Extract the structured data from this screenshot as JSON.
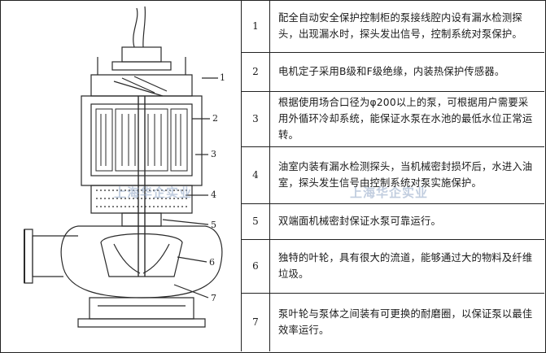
{
  "figure": {
    "callouts": [
      "1",
      "2",
      "3",
      "4",
      "5",
      "6",
      "7"
    ]
  },
  "watermarks": [
    "上海华企实业",
    "上海华企实业"
  ],
  "rows": [
    {
      "num": "1",
      "text": "配全自动安全保护控制柜的泵接线腔内设有漏水检测探头，出现漏水时，探头发出信号，控制系统对泵保护。"
    },
    {
      "num": "2",
      "text": "电机定子采用B级和F级绝缘，内装热保护传感器。"
    },
    {
      "num": "3",
      "text": "根据使用场合口径为φ200以上的泵，可根据用户需要采用外循环冷却系统，能保证水泵在水池的最低水位正常运转。"
    },
    {
      "num": "4",
      "text": "油室内装有漏水检测探头，当机械密封损坏后，水进入油室，探头发生信号由控制系统对泵实施保护。"
    },
    {
      "num": "5",
      "text": "双端面机械密封保证水泵可靠运行。"
    },
    {
      "num": "6",
      "text": "独特的叶轮，具有很大的流道，能够通过大的物料及纤维垃圾。"
    },
    {
      "num": "7",
      "text": "泵叶轮与泵体之间装有可更换的耐磨圈，以保证泵以最佳效率运行。"
    }
  ]
}
